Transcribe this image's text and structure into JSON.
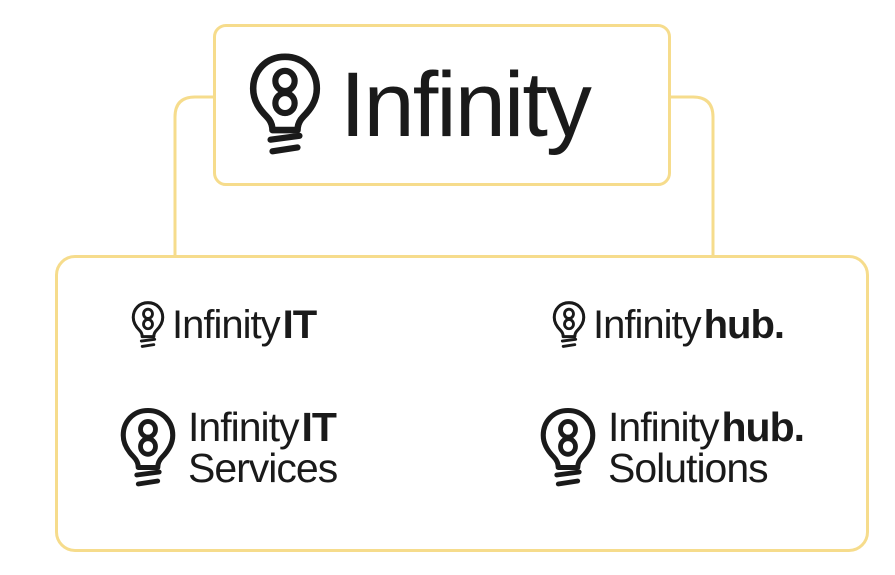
{
  "colors": {
    "box_border": "#F6DC8C",
    "connector": "#F6DC8C",
    "logo_ink": "#1A1A1A",
    "background": "#FFFFFF"
  },
  "icons": {
    "logo_mark": "lightbulb-infinity-icon"
  },
  "parent": {
    "wordmark": "Infinity"
  },
  "children": [
    {
      "light": "Infinity",
      "bold": "IT",
      "suffix": ""
    },
    {
      "light": "Infinity",
      "bold": "hub",
      "suffix": "."
    },
    {
      "light": "Infinity",
      "bold": "IT",
      "suffix": "",
      "line2": "Services"
    },
    {
      "light": "Infinity",
      "bold": "hub",
      "suffix": ".",
      "line2": "Solutions"
    }
  ]
}
